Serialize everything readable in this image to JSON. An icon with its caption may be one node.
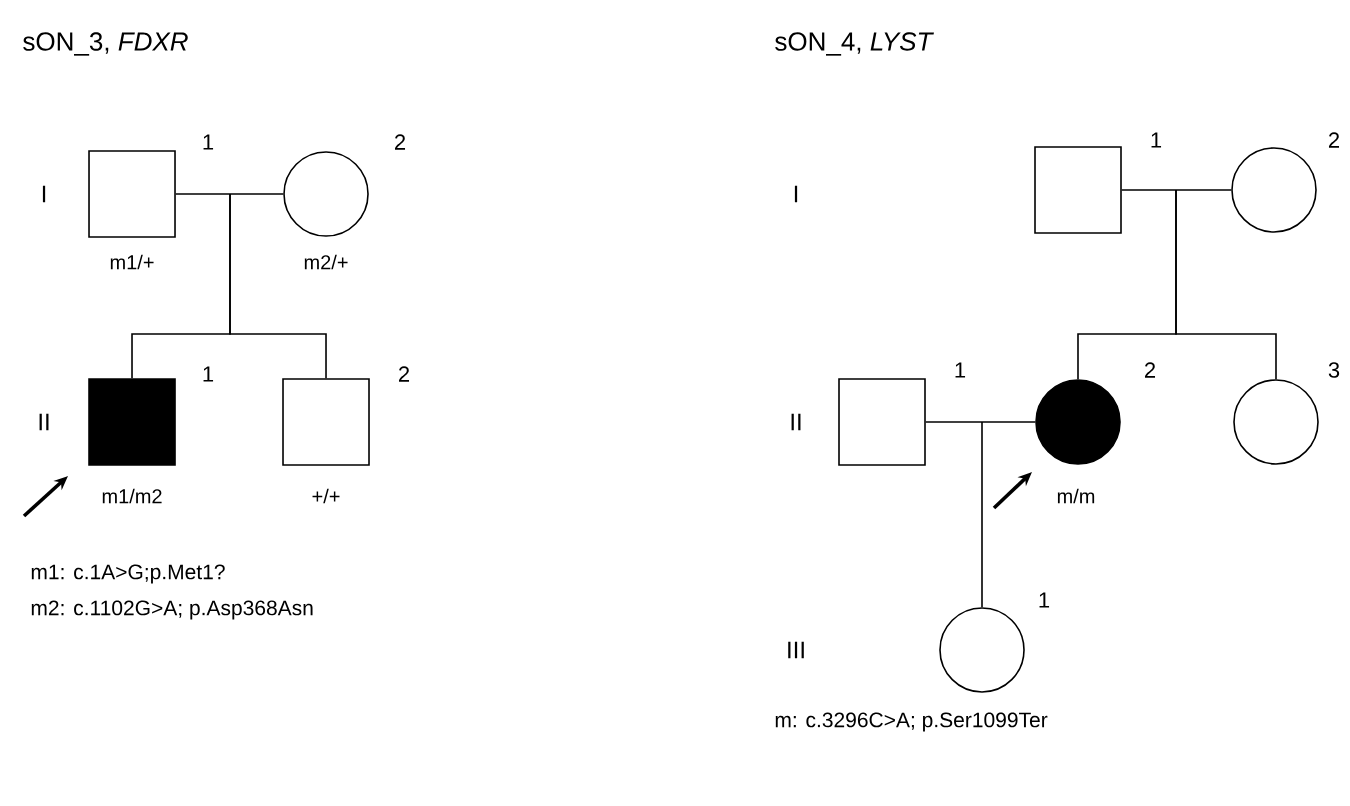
{
  "diagram": {
    "nodes": [
      {
        "text": [],
        "shape": "box",
        "beside": [
          "1",
          "m1/+"
        ]
      },
      {
        "text": [],
        "shape": "circle",
        "beside": [
          "2",
          "m2/+"
        ]
      },
      {
        "text": [],
        "shape": "box",
        "beside": [
          "1",
          "m1/m2"
        ]
      },
      {
        "text": [],
        "shape": "box",
        "beside": [
          "2",
          "+/+"
        ]
      },
      {
        "text": [],
        "shape": "box",
        "beside": [
          "1"
        ]
      },
      {
        "text": [],
        "shape": "circle",
        "beside": [
          "2"
        ]
      },
      {
        "text": [],
        "shape": "box",
        "beside": [
          "1"
        ]
      },
      {
        "text": [],
        "shape": "circle",
        "beside": [
          "2",
          "m/m"
        ]
      },
      {
        "text": [],
        "shape": "circle",
        "beside": [
          "3"
        ]
      },
      {
        "text": [],
        "shape": "circle",
        "beside": [
          "1"
        ]
      }
    ],
    "edges": [
      {
        "from": 0,
        "to": 1,
        "arrow": "none"
      },
      {
        "from": 0,
        "to": 2,
        "arrow": "none"
      },
      {
        "from": 0,
        "to": 3,
        "arrow": "none"
      },
      {
        "from": 4,
        "to": 5,
        "arrow": "none"
      },
      {
        "from": 4,
        "to": 7,
        "arrow": "none"
      },
      {
        "from": 4,
        "to": 8,
        "arrow": "none"
      },
      {
        "from": 6,
        "to": 7,
        "arrow": "none"
      },
      {
        "from": 6,
        "to": 9,
        "arrow": "none"
      }
    ],
    "labels": [
      "sON_3, *FDXR*",
      "I",
      "II",
      "m1: c.1A>G;p.Met1?",
      "m2: c.1102G>A; p.Asp368Asn",
      "sON_4, *LYST*",
      "I",
      "II",
      "III",
      "m: c.3296C>A; p.Ser1099Ter"
    ]
  }
}
